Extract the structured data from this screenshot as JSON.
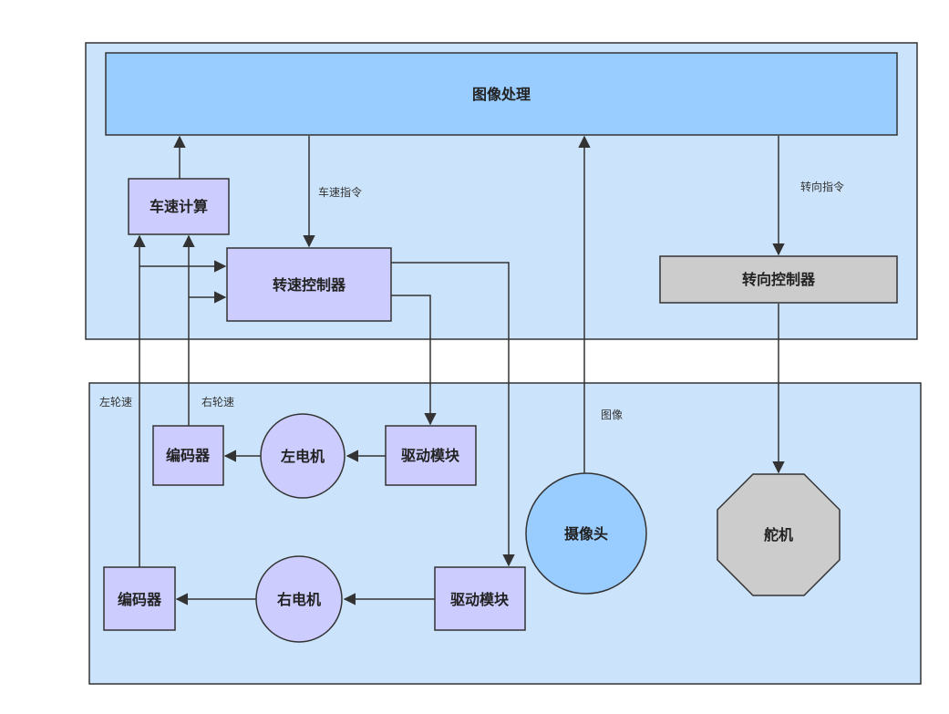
{
  "colors": {
    "container": "#cce4fb",
    "blue_node": "#99ccff",
    "purple_node": "#ccccff",
    "gray_node": "#cccccc",
    "stroke": "#333333"
  },
  "nodes": {
    "image_processing": "图像处理",
    "speed_calc": "车速计算",
    "speed_controller": "转速控制器",
    "steering_controller": "转向控制器",
    "encoder_left": "编码器",
    "motor_left": "左电机",
    "driver_left": "驱动模块",
    "camera": "摄像头",
    "servo": "舵机",
    "encoder_right": "编码器",
    "motor_right": "右电机",
    "driver_right": "驱动模块"
  },
  "edge_labels": {
    "speed_command": "车速指令",
    "steering_command": "转向指令",
    "left_wheel_speed": "左轮速",
    "right_wheel_speed": "右轮速",
    "image": "图像"
  }
}
